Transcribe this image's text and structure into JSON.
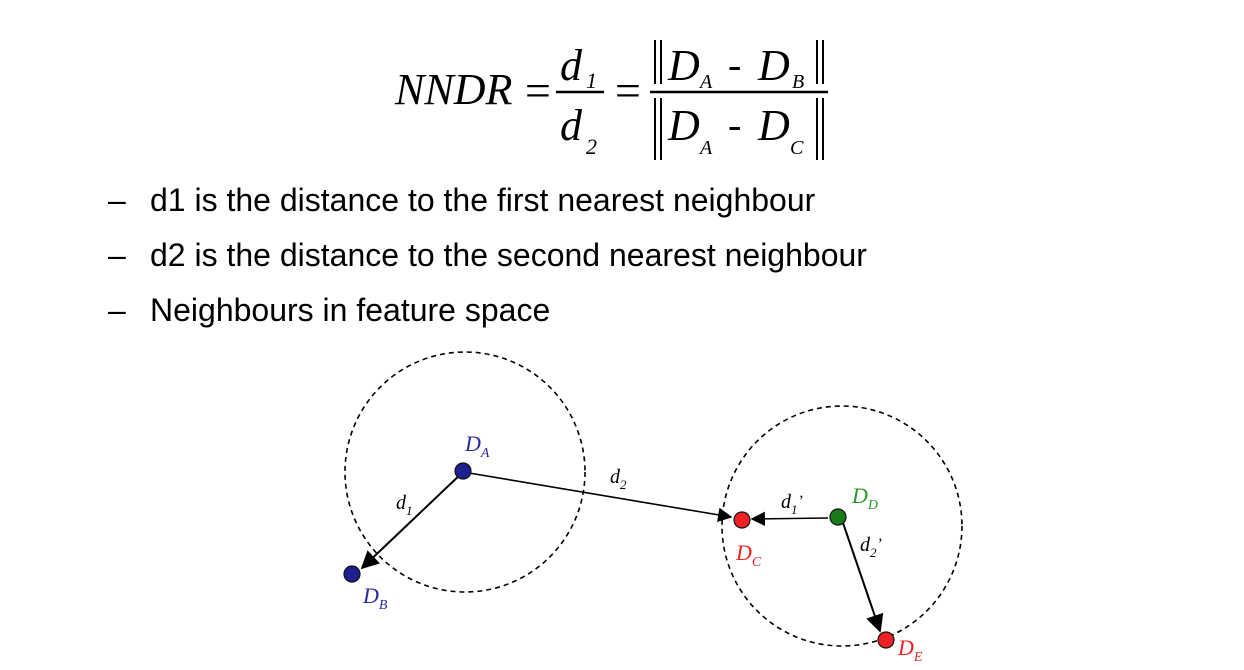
{
  "formula": {
    "lhs": "NNDR",
    "eq1": "=",
    "num_d": "d",
    "num_sub": "1",
    "den_d": "d",
    "den_sub": "2",
    "eq2": "=",
    "norm_top_a": "D",
    "norm_top_a_sub": "A",
    "norm_minus": "-",
    "norm_top_b": "D",
    "norm_top_b_sub": "B",
    "norm_bot_a": "D",
    "norm_bot_a_sub": "A",
    "norm_bot_c": "D",
    "norm_bot_c_sub": "C"
  },
  "bullets": [
    {
      "dash": "–",
      "text": "d1 is the distance to the first nearest neighbour"
    },
    {
      "dash": "–",
      "text": "d2 is the distance to the second nearest neighbour"
    },
    {
      "dash": "–",
      "text": "Neighbours in feature space"
    }
  ],
  "diagram": {
    "colors": {
      "blue": "#1f1f8f",
      "red": "#ee2222",
      "green": "#1a7a1a",
      "label_red": "#ee2222",
      "label_blue": "#2a2aa0",
      "label_green": "#2a9a2a"
    },
    "labels": {
      "DA": {
        "main": "D",
        "sub": "A"
      },
      "DB": {
        "main": "D",
        "sub": "B"
      },
      "DC": {
        "main": "D",
        "sub": "C"
      },
      "DD": {
        "main": "D",
        "sub": "D"
      },
      "DE": {
        "main": "D",
        "sub": "E"
      },
      "d1": {
        "main": "d",
        "sub": "1"
      },
      "d2": {
        "main": "d",
        "sub": "2"
      },
      "d1p": {
        "main": "d",
        "sub": "1",
        "prime": "’"
      },
      "d2p": {
        "main": "d",
        "sub": "2",
        "prime": "’"
      }
    }
  }
}
